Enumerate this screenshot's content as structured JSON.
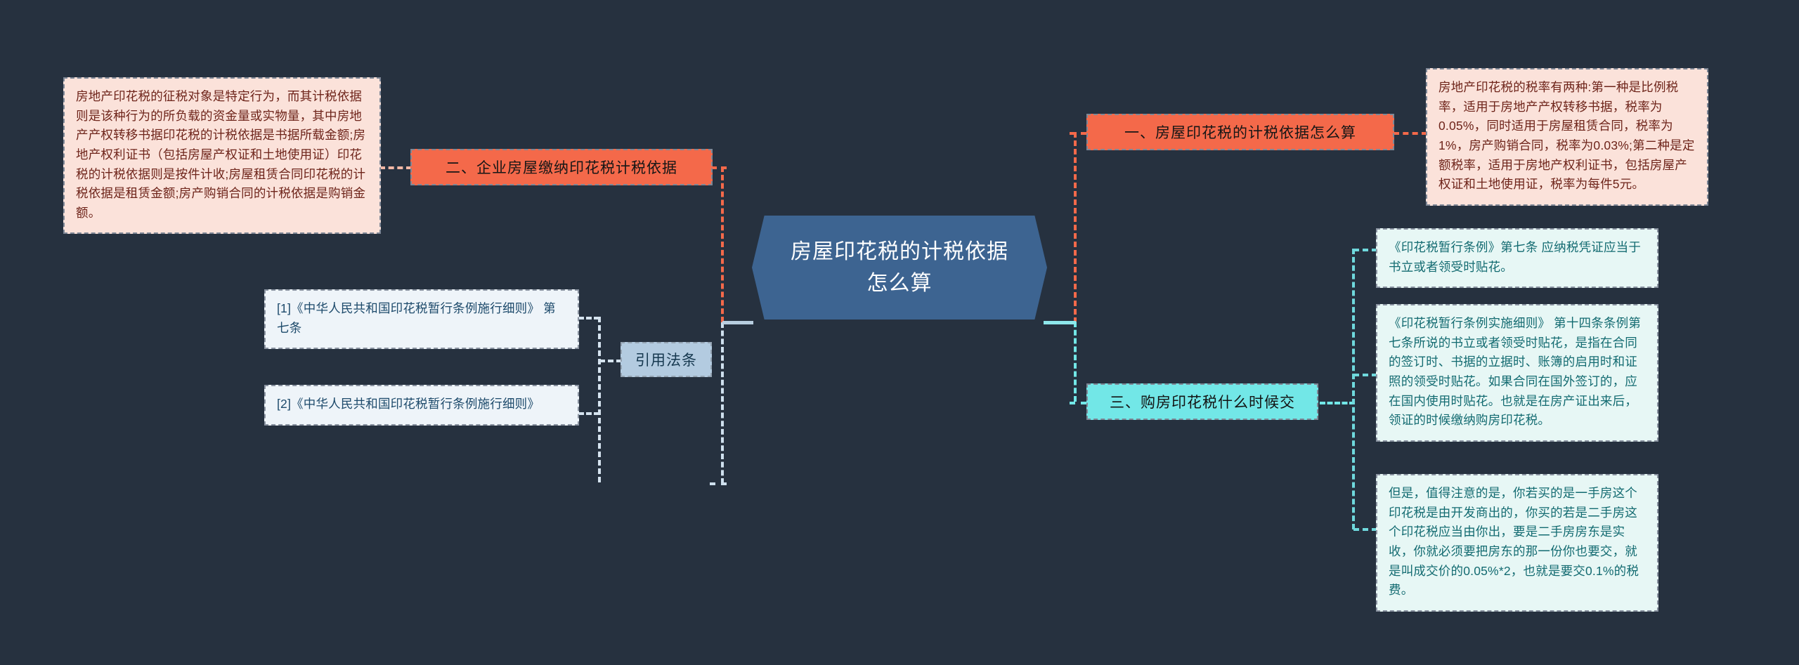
{
  "diagram": {
    "type": "mindmap",
    "background_color": "#26313f",
    "center": {
      "title": "房屋印花税的计税依据怎么算",
      "fill": "#3d6491",
      "text_color": "#ffffff"
    },
    "colors": {
      "orange": "#f4694a",
      "cyan": "#72e7e7",
      "pink_panel": "#fbe2da",
      "blue_panel": "#eef4f9",
      "cyan_panel": "#e7f7f5",
      "steel_pill": "#b3cbe0"
    },
    "left_branches": [
      {
        "id": "branch-2",
        "label": "二、企业房屋缴纳印花税计税依据",
        "style": "pill-orange",
        "detail": "房地产印花税的征税对象是特定行为，而其计税依据则是该种行为的所负载的资金量或实物量，其中房地产产权转移书据印花税的计税依据是书据所载金额;房地产权利证书（包括房屋产权证和土地使用证）印花税的计税依据则是按件计收;房屋租赁合同印花税的计税依据是租赁金额;房产购销合同的计税依据是购销金额。"
      },
      {
        "id": "branch-citations",
        "label": "引用法条",
        "style": "pill-steel",
        "items": [
          "[1]《中华人民共和国印花税暂行条例施行细则》 第七条",
          "[2]《中华人民共和国印花税暂行条例施行细则》"
        ]
      }
    ],
    "right_branches": [
      {
        "id": "branch-1",
        "label": "一、房屋印花税的计税依据怎么算",
        "style": "pill-orange",
        "detail": "房地产印花税的税率有两种:第一种是比例税率，适用于房地产产权转移书据，税率为0.05%，同时适用于房屋租赁合同，税率为1%，房产购销合同，税率为0.03%;第二种是定额税率，适用于房地产权利证书，包括房屋产权证和土地使用证，税率为每件5元。"
      },
      {
        "id": "branch-3",
        "label": "三、购房印花税什么时候交",
        "style": "pill-cyan",
        "items": [
          "《印花税暂行条例》第七条 应纳税凭证应当于书立或者领受时贴花。",
          "《印花税暂行条例实施细则》 第十四条条例第七条所说的书立或者领受时贴花，是指在合同的签订时、书据的立据时、账簿的启用时和证照的领受时贴花。如果合同在国外签订的，应在国内使用时贴花。也就是在房产证出来后，领证的时候缴纳购房印花税。",
          "但是，值得注意的是，你若买的是一手房这个印花税是由开发商出的，你买的若是二手房这个印花税应当由你出，要是二手房房东是实收，你就必须要把房东的那一份你也要交，就是叫成交价的0.05%*2，也就是要交0.1%的税费。"
        ]
      }
    ]
  }
}
